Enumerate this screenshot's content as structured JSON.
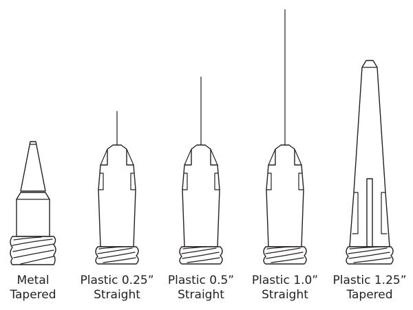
{
  "tips": [
    {
      "id": "metal-tapered",
      "line1": "Metal",
      "line2": "Tapered"
    },
    {
      "id": "plastic-025-straight",
      "line1": "Plastic 0.25”",
      "line2": "Straight"
    },
    {
      "id": "plastic-05-straight",
      "line1": "Plastic 0.5”",
      "line2": "Straight"
    },
    {
      "id": "plastic-10-straight",
      "line1": "Plastic 1.0”",
      "line2": "Straight"
    },
    {
      "id": "plastic-125-tapered",
      "line1": "Plastic 1.25”",
      "line2": "Tapered"
    }
  ],
  "colors": {
    "stroke": "#231f20",
    "background": "#ffffff"
  }
}
